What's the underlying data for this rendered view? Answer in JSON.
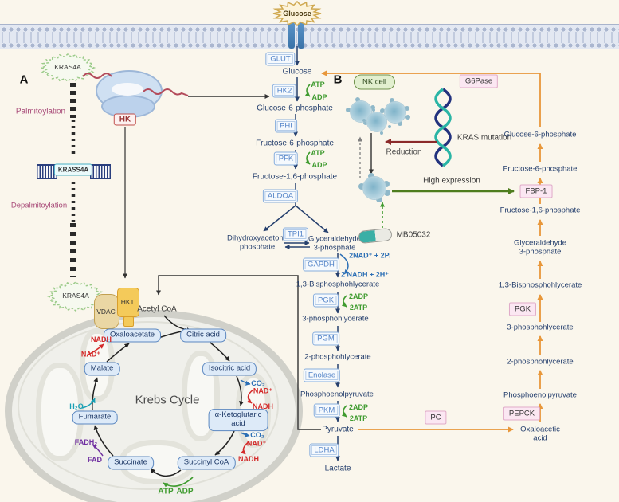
{
  "panel_a": {
    "label": "A",
    "kras4a_top": "KRAS4A",
    "palmitoylation": "Palmitoylation",
    "gene": "KRASS4A",
    "depalmitoylation": "Depalmitoylation",
    "hk": "HK",
    "kras4a_bottom": "KRAS4A",
    "vdac": "VDAC",
    "hk1": "HK1"
  },
  "top": {
    "glucose_star": "Glucose",
    "glut": "GLUT"
  },
  "glycolysis": {
    "glucose": "Glucose",
    "hk2": "HK2",
    "hk2_atp": "ATP",
    "hk2_adp": "ADP",
    "g6p": "Glucose-6-phosphate",
    "phi": "PHI",
    "f6p": "Fructose-6-phosphate",
    "pfk": "PFK",
    "pfk_atp": "ATP",
    "pfk_adp": "ADP",
    "f16p": "Fructose-1,6-phosphate",
    "aldoa": "ALDOA",
    "dhap1": "Dihydroxyacetone",
    "dhap2": "phosphate",
    "tpi1": "TPI1",
    "g3p1": "Glyceraldehyde",
    "g3p2": "3-phosphate",
    "gapdh": "GAPDH",
    "gapdh_in": "2NAD⁺ + 2Pᵢ",
    "gapdh_out": "2 NADH + 2H⁺",
    "bpg": "1,3-Bisphosphohlycerate",
    "pgk": "PGK",
    "pgk_adp": "2ADP",
    "pgk_atp": "2ATP",
    "pg3": "3-phosphohlycerate",
    "pgm": "PGM",
    "pg2": "2-phosphohlycerate",
    "enolase": "Enolase",
    "pep": "Phosphoenolpyruvate",
    "pkm": "PKM",
    "pkm_adp": "2ADP",
    "pkm_atp": "2ATP",
    "pyruvate": "Pyruvate",
    "ldha": "LDHA",
    "lactate": "Lactate"
  },
  "krebs": {
    "acetyl_coa": "Acetyl CoA",
    "title": "Krebs Cycle",
    "oxaloacetate": "Oxaloacetate",
    "citric": "Citric acid",
    "isocitric": "Isocitric acid",
    "akg1": "α-Ketoglutaric",
    "akg2": "acid",
    "succinyl": "Succinyl CoA",
    "succinate": "Succinate",
    "fumarate": "Fumarate",
    "malate": "Malate",
    "nadh_mal": "NADH",
    "nad_mal": "NAD⁺",
    "co2_iso": "CO₂",
    "nad_iso": "NAD⁺",
    "nadh_iso": "NADH",
    "co2_akg": "CO₂",
    "nad_akg": "NAD⁺",
    "nadh_akg": "NADH",
    "fadh2": "FADH₂",
    "fad": "FAD",
    "h2o": "H₂O",
    "atp": "ATP",
    "adp": "ADP"
  },
  "panel_b": {
    "label": "B",
    "nk_cell": "NK cell",
    "kras_mutation": "KRAS mutation",
    "reduction": "Reduction",
    "mb05032": "MB05032",
    "high_expression": "High expression",
    "g6pase": "G6Pase",
    "fbp1": "FBP-1",
    "pc": "PC",
    "pgk": "PGK",
    "pepck": "PEPCK",
    "g6p": "Glucose-6-phosphate",
    "f6p": "Fructose-6-phosphate",
    "f16p": "Fructose-1,6-phosphate",
    "g3p1": "Glyceraldehyde",
    "g3p2": "3-phosphate",
    "bpg": "1,3-Bisphosphohlycerate",
    "pg3": "3-phosphohlycerate",
    "pg2": "2-phosphohlycerate",
    "pep": "Phosphoenolpyruvate",
    "oxa1": "Oxaloacetic",
    "oxa2": "acid"
  },
  "colors": {
    "background": "#faf6ec",
    "navy_text": "#26406e",
    "enzyme_blue": "#5585c9",
    "orange_arrow": "#e8973a",
    "green_cofactor": "#3f9b2f",
    "red_cofactor": "#d42a2a",
    "pink_box": "#fbe7f2",
    "krebs_box": "#ddeaf8"
  }
}
